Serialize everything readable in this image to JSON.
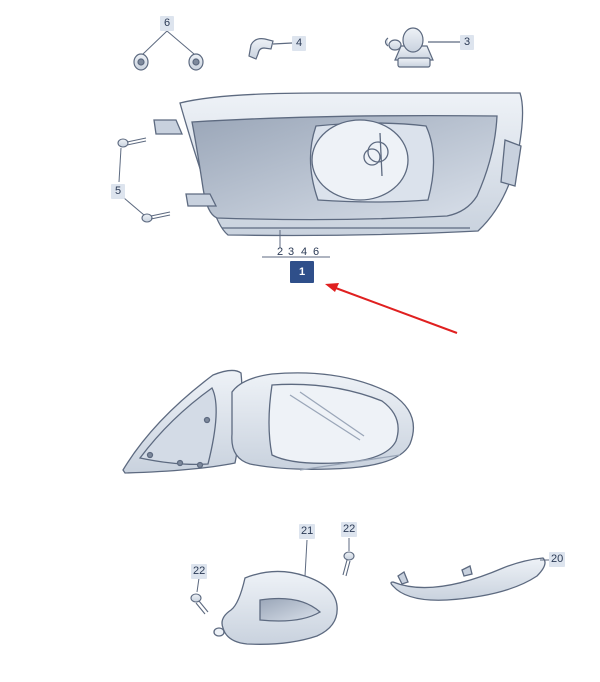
{
  "diagram": {
    "callouts": {
      "c1": "1",
      "c2": "20",
      "c3": "3",
      "c4": "4",
      "c5": "5",
      "c6": "6",
      "c21": "21",
      "c22a": "22",
      "c22b": "22"
    },
    "assembly_contents": [
      "2",
      "3",
      "4",
      "6"
    ]
  },
  "colors": {
    "outline": "#6d7b92",
    "fill": "#e4e9f0",
    "shade": "#b7c1cf",
    "main_badge": "#2f4f8a",
    "arrow": "#e02020"
  }
}
